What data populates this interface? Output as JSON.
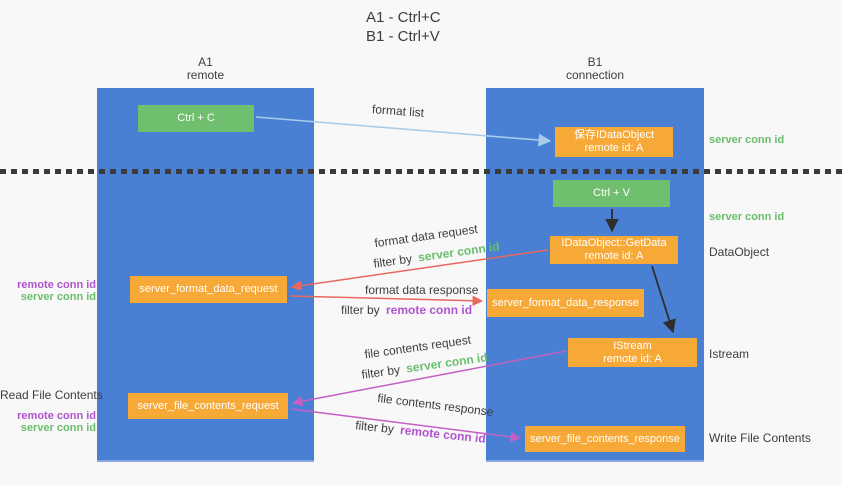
{
  "title": {
    "line1": "A1 - Ctrl+C",
    "line2": "B1 - Ctrl+V"
  },
  "columns": {
    "left": {
      "name": "A1",
      "role": "remote"
    },
    "right": {
      "name": "B1",
      "role": "connection"
    }
  },
  "nodes": {
    "ctrl_c": "Ctrl + C",
    "save_dataobject": {
      "line1": "保存IDataObject",
      "line2": "remote id: A"
    },
    "ctrl_v": "Ctrl + V",
    "getdata": {
      "line1": "IDataObject::GetData",
      "line2": "remote id: A"
    },
    "format_request": "server_format_data_request",
    "format_response": "server_format_data_response",
    "istream": {
      "line1": "IStream",
      "line2": "remote id: A"
    },
    "file_request": "server_file_contents_request",
    "file_response": "server_file_contents_response"
  },
  "left_labels": {
    "format_remote_conn": "remote conn id",
    "format_server_conn": "server conn id",
    "read_file": "Read File Contents",
    "file_remote_conn": "remote conn id",
    "file_server_conn": "server conn id"
  },
  "right_labels": {
    "server_conn_top": "server conn id",
    "server_conn_mid": "server conn id",
    "dataobject": "DataObject",
    "istream": "Istream",
    "write_file": "Write File Contents"
  },
  "arrow_labels": {
    "format_list": "format list",
    "format_data_request": "format data request",
    "filter_by_server_1_prefix": "filter by",
    "filter_by_server_1_value": "server conn id",
    "format_data_response": "format data response",
    "filter_by_remote_1_prefix": "filter by",
    "filter_by_remote_1_value": "remote conn id",
    "file_contents_request": "file contents request",
    "filter_by_server_2_prefix": "filter by",
    "filter_by_server_2_value": "server conn id",
    "file_contents_response": "file contents response",
    "filter_by_remote_2_prefix": "filter by",
    "filter_by_remote_2_value": "remote conn id"
  },
  "colors": {
    "lane_blue": "#4a80d4",
    "node_green": "#70bf6e",
    "node_orange": "#f7a937",
    "arrow_red": "#e8685e",
    "arrow_magenta": "#c45fc4",
    "arrow_lightblue": "#a8cdeb",
    "arrow_black": "#2e2e2e",
    "text_green": "#6abe6b",
    "text_purple": "#b153cf"
  }
}
